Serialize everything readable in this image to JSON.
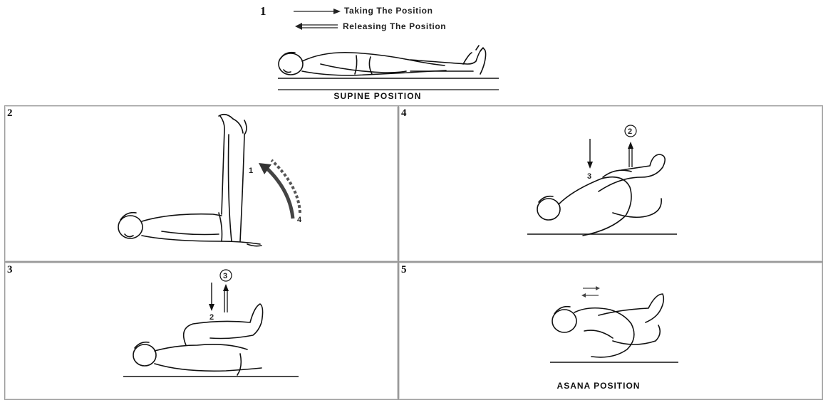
{
  "header": {
    "step_number": "1",
    "legend": [
      {
        "icon": "single-arrow-right-icon",
        "label": "Taking The Position"
      },
      {
        "icon": "double-arrow-left-icon",
        "label": "Releasing The Position"
      }
    ],
    "supine_label": "SUPINE POSITION"
  },
  "panels": [
    {
      "number": "2",
      "marks": {
        "start": "1",
        "end": "4"
      }
    },
    {
      "number": "4",
      "marks": {
        "down": "3",
        "circled": "2"
      }
    },
    {
      "number": "3",
      "marks": {
        "down": "2",
        "circled": "3"
      }
    },
    {
      "number": "5",
      "label": "ASANA POSITION"
    }
  ]
}
